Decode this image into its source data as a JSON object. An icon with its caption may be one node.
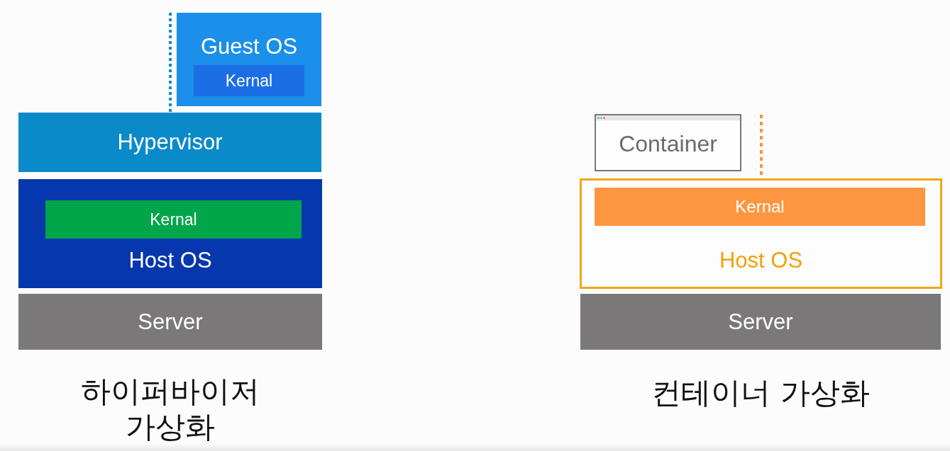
{
  "diagram": {
    "nodes": [
      {
        "text": [
          "Guest OS"
        ]
      },
      {
        "text": [
          "Kernal"
        ],
        "in": 0
      },
      {
        "text": [
          "Hypervisor"
        ]
      },
      {
        "text": [
          "Host OS"
        ]
      },
      {
        "text": [
          "Kernal"
        ],
        "in": 3
      },
      {
        "text": [
          "Server"
        ]
      },
      {
        "text": [
          "Container"
        ]
      },
      {
        "text": [
          "Host OS"
        ]
      },
      {
        "text": [
          "Kernal"
        ],
        "in": 7
      },
      {
        "text": [
          "Server"
        ]
      }
    ],
    "labels": [
      "하이퍼바이저 가상화",
      "컨테이너 가상화"
    ]
  }
}
